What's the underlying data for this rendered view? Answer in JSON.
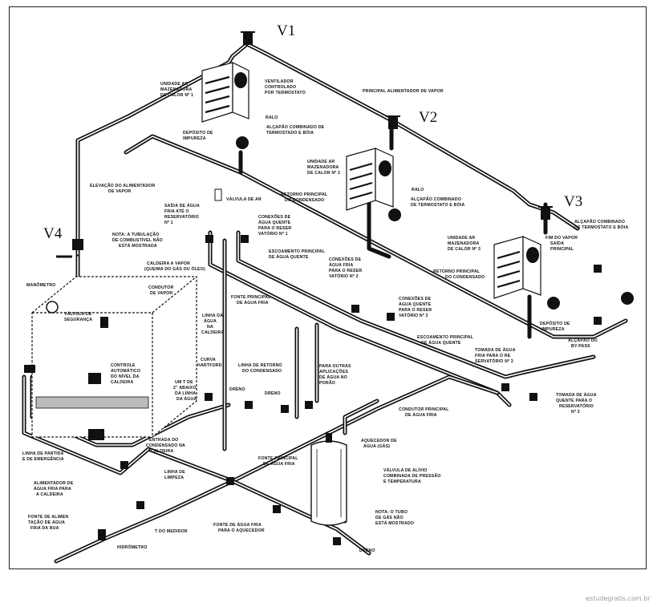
{
  "valve_tags": [
    "V1",
    "V2",
    "V3",
    "V4"
  ],
  "labels": {
    "unidade1": [
      "UNIDADE AR",
      "MAZENADORA",
      "DE CALOR Nº 1"
    ],
    "ventilador": [
      "VENTILADOR",
      "CONTROLADO",
      "POR TERMOSTATO"
    ],
    "principal_vapor": "PRINCIPAL ALIMENTADOR DE VAPOR",
    "ralo1": "RALO",
    "alcapao1": [
      "ALÇAPÃO COMBINADO DE",
      "TERMOSTADO E BÓIA"
    ],
    "deposito1": [
      "DEPÓSITO DE",
      "IMPUREZA"
    ],
    "unidade2": [
      "UNIDADE AR",
      "MAZENADORA",
      "DE CALOR Nº 2"
    ],
    "ralo2": "RALO",
    "alcapao2": [
      "ALÇAPÃO COMBINADO",
      "DE TERMOSTATO E BÓIA"
    ],
    "elevacao": [
      "ELEVAÇÃO DO ALIMENTADOR",
      "DE VAPOR"
    ],
    "valvula_ar": "VÁLVULA DE AR",
    "retorno_principal": [
      "RETORNO PRINCIPAL",
      "DO CONDENSADO"
    ],
    "saida_agua_fria": [
      "SAÍDA DE ÁGUA",
      "FRIA ATÉ O",
      "RESERVATÓRIO",
      "Nº 1"
    ],
    "conexoes1": [
      "CONEXÕES DE",
      "ÁGUA QUENTE",
      "PARA O RESER",
      "VATÓRIO Nº 1"
    ],
    "alcapao3": [
      "ALÇAPÃO COMBINADO",
      "DE TERMOSTATO E BÓIA"
    ],
    "unidade3": [
      "UNIDADE AR",
      "MAZENADORA",
      "DE CALOR Nº 3"
    ],
    "fim_vapor": [
      "FIM DO VAPOR",
      "SAÍDA",
      "PRINCIPAL"
    ],
    "retorno_principal2": [
      "RETORNO PRINCIPAL",
      "DO CONDENSADO"
    ],
    "nota_tubulacao": [
      "NOTA: A TUBULAÇÃO",
      "DE COMBUSTÍVEL NÃO",
      "ESTÁ MOSTRADA"
    ],
    "caldeira": [
      "CALDEIRA A VAPOR",
      "(QUEIMA DO GÁS OU ÓLEO)"
    ],
    "escoamento1": [
      "ESCOAMENTO PRINCIPAL",
      "DE ÁGUA QUENTE"
    ],
    "conexoes2": [
      "CONEXÕES DE",
      "ÁGUA FRIA",
      "PARA O RESER",
      "VATÓRIO Nº 2"
    ],
    "manometro": "MANÔMETRO",
    "condutor_vapor": [
      "CONDUTOR",
      "DE VAPOR"
    ],
    "fonte_agua_fria": [
      "FONTE PRINCIPAL",
      "DE ÁGUA FRIA"
    ],
    "conexoes3": [
      "CONEXÕES DE",
      "ÁGUA QUENTE",
      "PARA O RESER",
      "VATÓRIO Nº 2"
    ],
    "valvula_seguranca": [
      "VÁLVULA DE",
      "SEGURANÇA"
    ],
    "linha_agua": [
      "LINHA DA",
      "ÁGUA",
      "NA",
      "CALDEIRA"
    ],
    "deposito3": [
      "DEPÓSITO DE",
      "IMPUREZA"
    ],
    "alcapao_bypass": [
      "ALÇAPÃO DO",
      "BY-PASS"
    ],
    "escoamento2": [
      "ESCOAMENTO PRINCIPAL",
      "DE ÁGUA QUENTE"
    ],
    "controle": [
      "CONTROLE",
      "AUTOMÁTICO",
      "DO NÍVEL DA",
      "CALDEIRA"
    ],
    "curva": [
      "CURVA",
      "HARTFORD"
    ],
    "tomada_fria3": [
      "TOMADA DE ÁGUA",
      "FRIA PARA O RE",
      "SERVATÓRIO Nº 3"
    ],
    "linha_retorno": [
      "LINHA DE RETORNO",
      "DO CONDENSADO"
    ],
    "t_abaixo": [
      "UM T DE",
      "2\" ABAIXO",
      "DA LINHA",
      "DA ÁGUA"
    ],
    "para_outras": [
      "PARA OUTRAS",
      "APLICAÇÕES",
      "DE ÁGUA NO",
      "PORÃO"
    ],
    "dreno1": "DRENO",
    "dreno2": "DRENO",
    "tomada_quente3": [
      "TOMADA DE ÁGUA",
      "QUENTE PARA O",
      "RESERVATÓRIO",
      "Nº 3"
    ],
    "condutor_fria": [
      "CONDUTOR PRINCIPAL",
      "DE ÁGUA FRIA"
    ],
    "linha_partida": [
      "LINHA DE PARTIDA",
      "E DE EMERGÊNCIA"
    ],
    "entrada_condensado": [
      "ENTRADA DO",
      "CONDENSADO NA",
      "CALDEIRA"
    ],
    "aquecedor": [
      "AQUECEDOR DE",
      "ÁGUA (GÁS)"
    ],
    "fonte_agua_fria2": [
      "FONTE PRINCIPAL",
      "DE ÁGUA FRIA"
    ],
    "valvula_alivio": [
      "VÁLVULA DE ALÍVIO",
      "COMBINADA DE PRESSÃO",
      "E TEMPERATURA"
    ],
    "alimentador": [
      "ALIMENTADOR DE",
      "ÁGUA FRIA PARA",
      "A CALDEIRA"
    ],
    "linha_limpeza": [
      "LINHA DE",
      "LIMPEZA"
    ],
    "fonte_rua": [
      "FONTE DE ALIMEN",
      "TAÇÃO DE ÁGUA",
      "FRIA DA RUA"
    ],
    "t_medidor": "T DO MEDIDOR",
    "fonte_aquecedor": [
      "FONTE DE ÁGUA FRIA",
      "PARA O AQUECEDOR"
    ],
    "nota_tubo_gas": [
      "NOTA: O TUBO",
      "DE GÁS NÃO",
      "ESTÁ MOSTRADO"
    ],
    "hidrometro": "HIDRÔMETRO",
    "dreno3": "DRENO"
  },
  "watermark": "estudegratis.com.br",
  "colors": {
    "line": "#111111",
    "paper": "#ffffff",
    "watermark": "#9a9a9a"
  }
}
